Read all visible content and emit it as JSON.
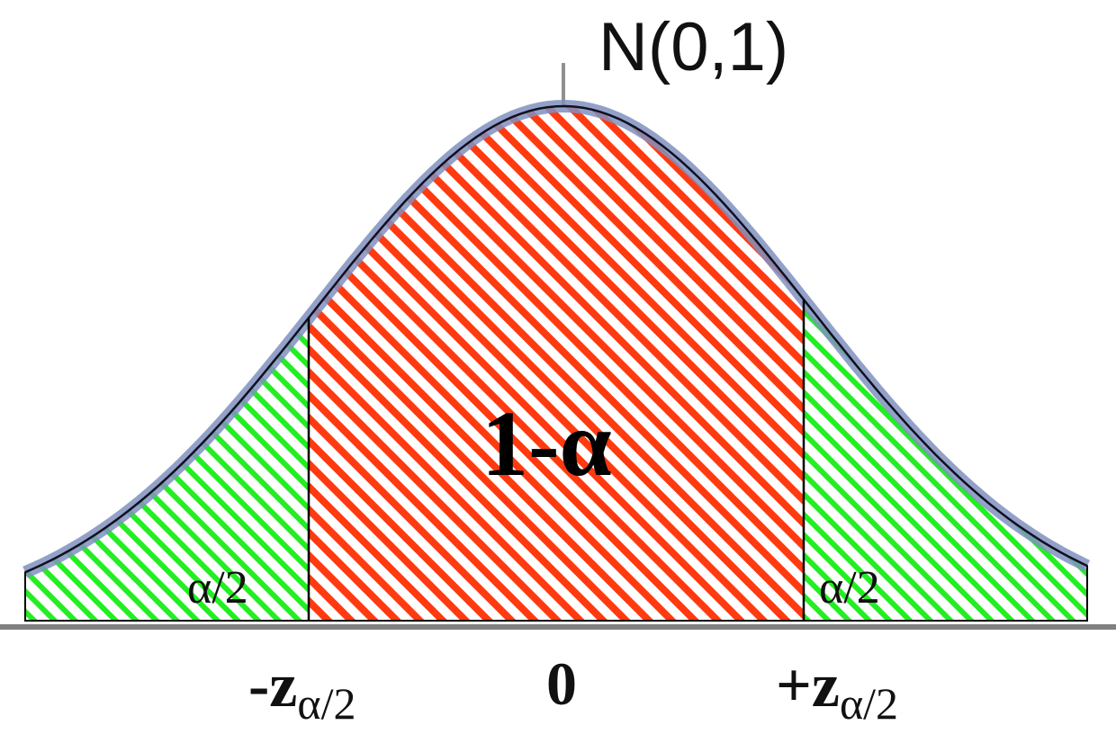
{
  "diagram": {
    "distribution_label": "N(0,1)",
    "center_region_label": "1-α",
    "left_tail_label": "α/2",
    "right_tail_label": "α/2",
    "axis": {
      "left_critical_prefix": "-z",
      "left_critical_subscript": "α/2",
      "center_tick": "0",
      "right_critical_prefix": "+z",
      "right_critical_subscript": "α/2"
    },
    "critical_value": 1.0,
    "colors": {
      "center_hatch": "#ff3a10",
      "tail_hatch": "#22ee22",
      "curve_outline": "#7080b0",
      "axis": "#808080"
    }
  }
}
